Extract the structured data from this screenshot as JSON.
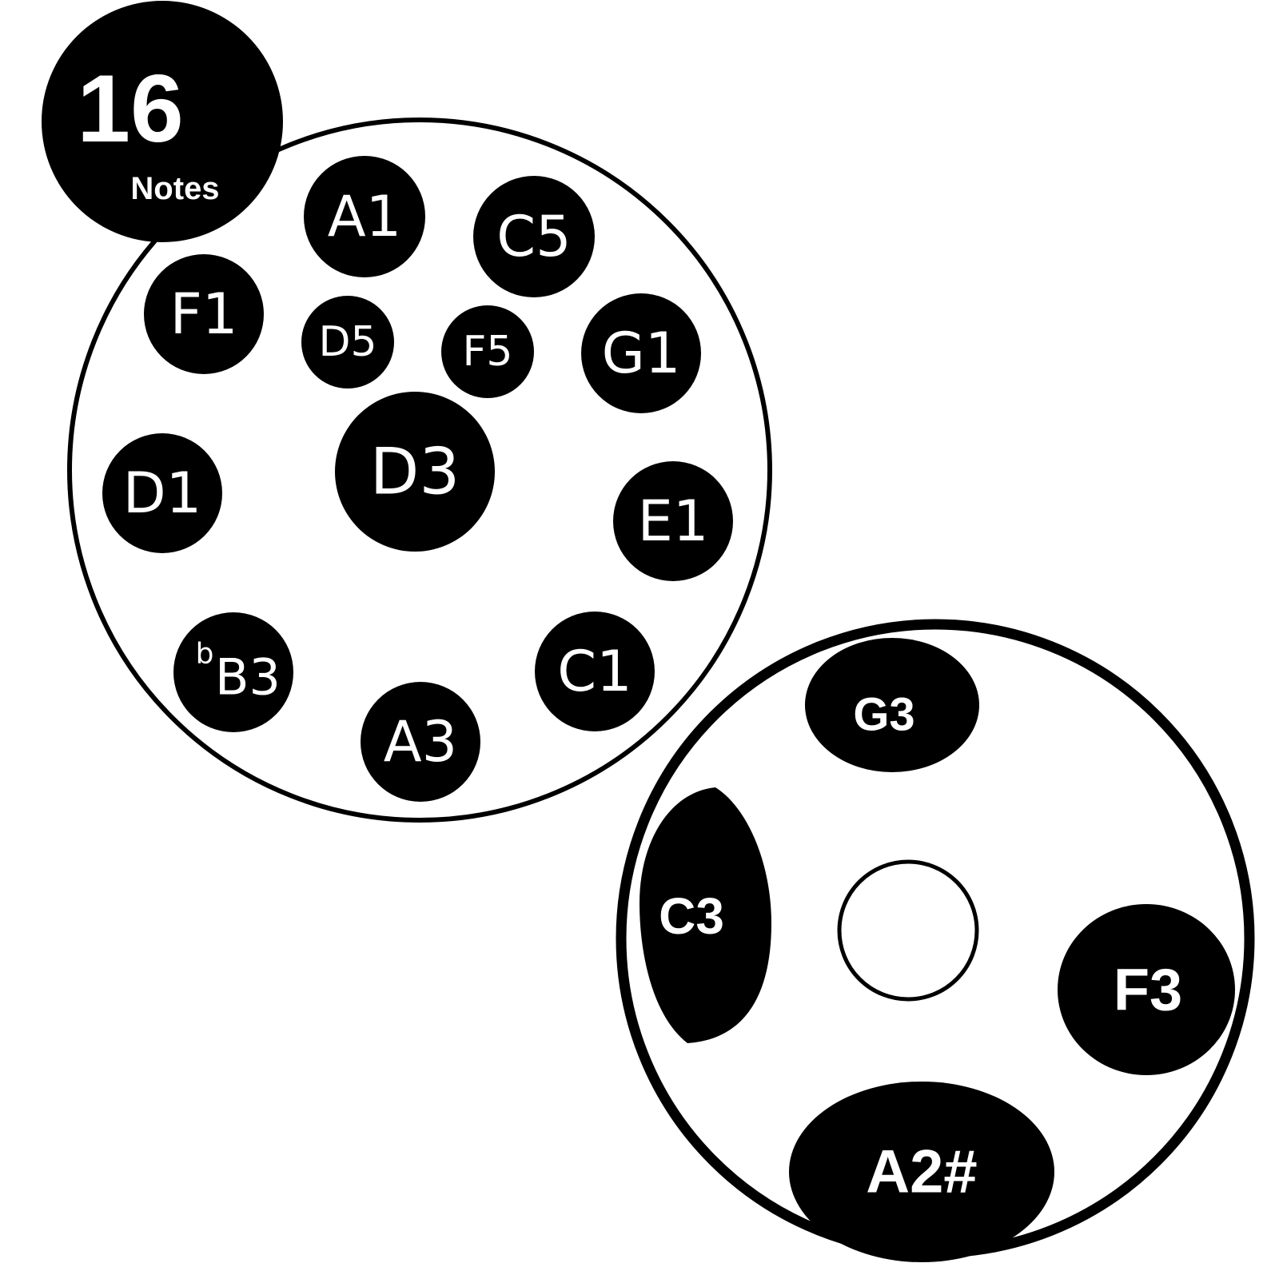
{
  "badge": {
    "count": "16",
    "label": "Notes"
  },
  "top_notes": {
    "a1": "A1",
    "c5": "C5",
    "f1": "F1",
    "d5": "D5",
    "f5": "F5",
    "g1": "G1",
    "d3": "D3",
    "d1": "D1",
    "e1": "E1",
    "bb3_flat": "b",
    "bb3_note": "B3",
    "c1": "C1",
    "a3": "A3"
  },
  "bottom_notes": {
    "g3": "G3",
    "c3": "C3",
    "f3": "F3",
    "a2sharp": "A2#"
  },
  "colors": {
    "ink": "#000000",
    "paper": "#ffffff"
  }
}
